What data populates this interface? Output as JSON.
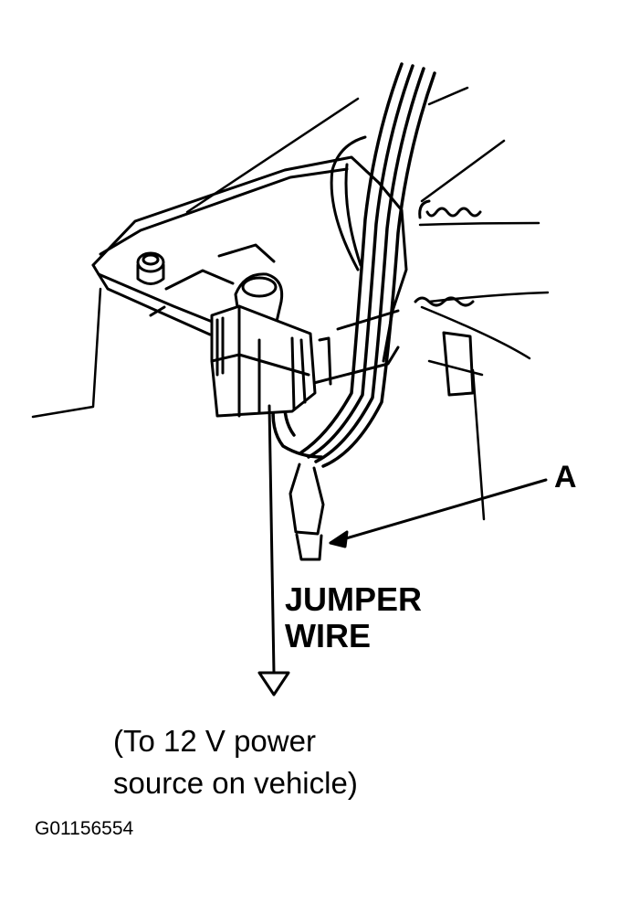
{
  "callout": {
    "a": "A"
  },
  "labels": {
    "jumper_line1": "JUMPER",
    "jumper_line2": "WIRE",
    "power_line1": "(To 12 V power",
    "power_line2": "source on vehicle)"
  },
  "figure_id": "G01156554"
}
